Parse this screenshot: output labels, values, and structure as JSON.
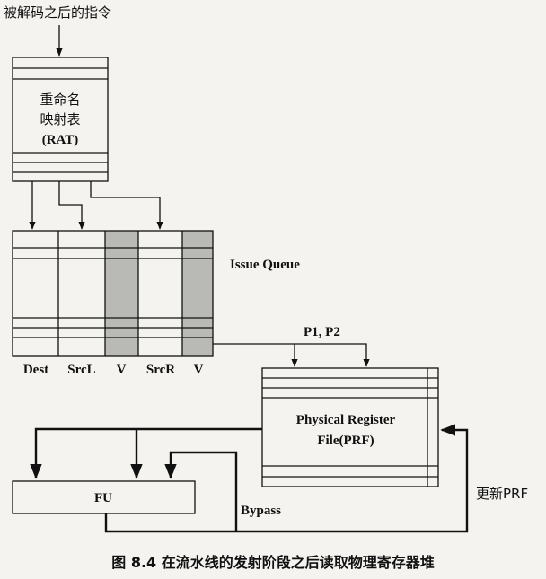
{
  "input_label": "被解码之后的指令",
  "rat": {
    "line1": "重命名",
    "line2": "映射表",
    "line3": "(RAT)"
  },
  "issue_queue": {
    "title": "Issue Queue",
    "columns": [
      "Dest",
      "SrcL",
      "V",
      "SrcR",
      "V"
    ]
  },
  "prf": {
    "line1": "Physical Register",
    "line2": "File(PRF)",
    "ports": "P1, P2"
  },
  "fu": {
    "label": "FU"
  },
  "bypass_label": "Bypass",
  "update_label": "更新PRF",
  "caption": "图 8.4   在流水线的发射阶段之后读取物理寄存器堆"
}
